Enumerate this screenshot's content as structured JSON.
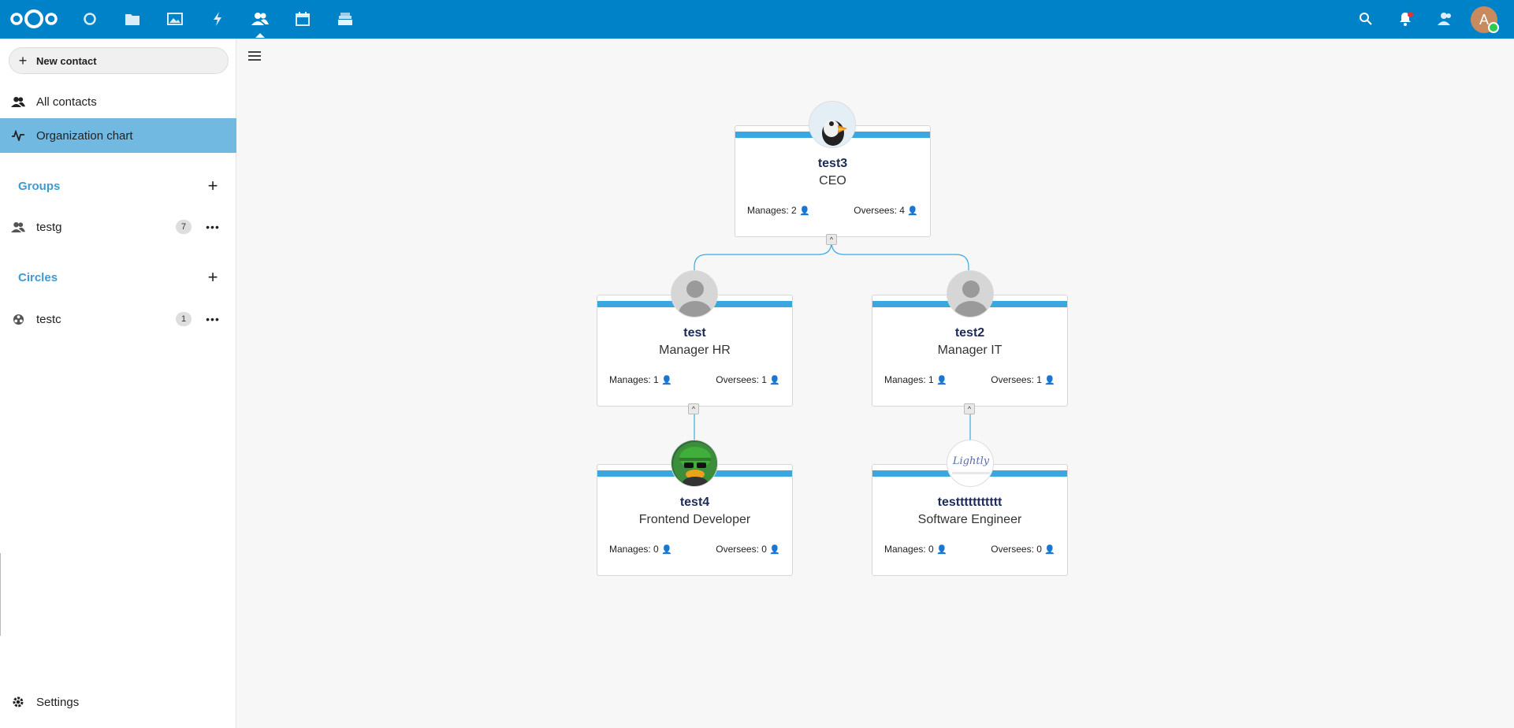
{
  "sidebar": {
    "new_contact": "New contact",
    "nav": [
      {
        "label": "All contacts",
        "icon": "contacts-icon"
      },
      {
        "label": "Organization chart",
        "icon": "activity-icon"
      }
    ],
    "groups_title": "Groups",
    "groups": [
      {
        "label": "testg",
        "count": "7"
      }
    ],
    "circles_title": "Circles",
    "circles": [
      {
        "label": "testc",
        "count": "1"
      }
    ],
    "settings": "Settings"
  },
  "header": {
    "avatar_letter": "A"
  },
  "org": {
    "nodes": [
      {
        "name": "test3",
        "role": "CEO",
        "manages": "Manages: 2",
        "oversees": "Oversees: 4"
      },
      {
        "name": "test",
        "role": "Manager HR",
        "manages": "Manages: 1",
        "oversees": "Oversees: 1"
      },
      {
        "name": "test2",
        "role": "Manager IT",
        "manages": "Manages: 1",
        "oversees": "Oversees: 1"
      },
      {
        "name": "test4",
        "role": "Frontend Developer",
        "manages": "Manages: 0",
        "oversees": "Oversees: 0"
      },
      {
        "name": "testtttttttttt",
        "role": "Software Engineer",
        "manages": "Manages: 0",
        "oversees": "Oversees: 0"
      }
    ],
    "logo_text": "Lightly"
  },
  "colors": {
    "header": "#0082c9",
    "accent_bar": "#39a8df",
    "active_nav": "#72b9e1",
    "section_title": "#3d9bd3"
  }
}
